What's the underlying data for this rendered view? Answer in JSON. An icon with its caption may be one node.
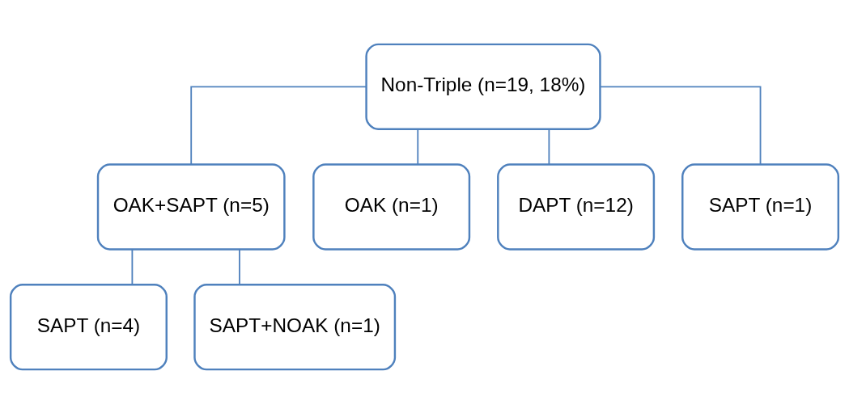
{
  "diagram": {
    "nodes": [
      {
        "text": [
          "Non-Triple (n=19, 18%)"
        ]
      },
      {
        "text": [
          "OAK+SAPT (n=5)"
        ]
      },
      {
        "text": [
          "OAK (n=1)"
        ]
      },
      {
        "text": [
          "DAPT (n=12)"
        ]
      },
      {
        "text": [
          "SAPT (n=1)"
        ]
      },
      {
        "text": [
          "SAPT (n=4)"
        ]
      },
      {
        "text": [
          "SAPT+NOAK (n=1)"
        ]
      }
    ],
    "edges": [
      {
        "from": 0,
        "to": 1,
        "arrow": "none"
      },
      {
        "from": 0,
        "to": 2,
        "arrow": "none"
      },
      {
        "from": 0,
        "to": 3,
        "arrow": "none"
      },
      {
        "from": 0,
        "to": 4,
        "arrow": "none"
      },
      {
        "from": 1,
        "to": 5,
        "arrow": "none"
      },
      {
        "from": 1,
        "to": 6,
        "arrow": "none"
      }
    ]
  }
}
